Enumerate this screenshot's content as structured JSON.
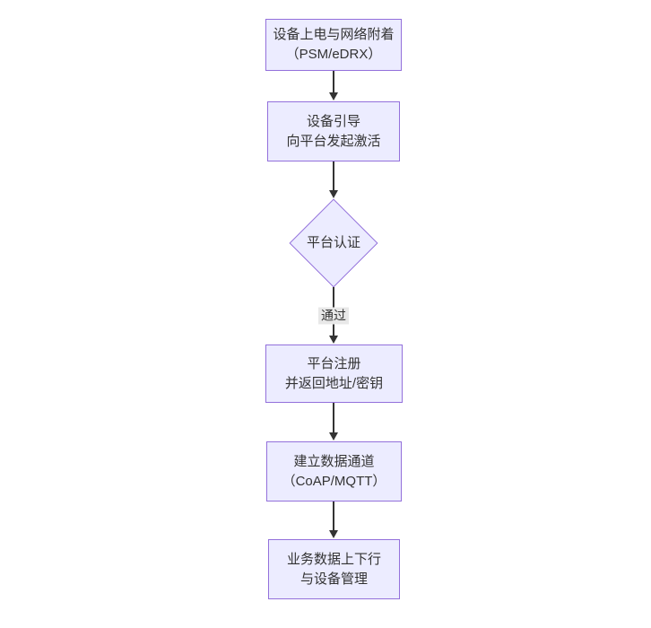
{
  "diagram": {
    "type": "flowchart",
    "direction": "top-down",
    "nodes": [
      {
        "id": "A",
        "shape": "rect",
        "lines": [
          "设备上电与网络附着",
          "（PSM/eDRX）"
        ]
      },
      {
        "id": "B",
        "shape": "rect",
        "lines": [
          "设备引导",
          "向平台发起激活"
        ]
      },
      {
        "id": "C",
        "shape": "diamond",
        "lines": [
          "平台认证"
        ]
      },
      {
        "id": "D",
        "shape": "rect",
        "lines": [
          "平台注册",
          "并返回地址/密钥"
        ]
      },
      {
        "id": "E",
        "shape": "rect",
        "lines": [
          "建立数据通道",
          "（CoAP/MQTT）"
        ]
      },
      {
        "id": "F",
        "shape": "rect",
        "lines": [
          "业务数据上下行",
          "与设备管理"
        ]
      }
    ],
    "edges": [
      {
        "from": "A",
        "to": "B",
        "label": ""
      },
      {
        "from": "B",
        "to": "C",
        "label": ""
      },
      {
        "from": "C",
        "to": "D",
        "label": "通过"
      },
      {
        "from": "D",
        "to": "E",
        "label": ""
      },
      {
        "from": "E",
        "to": "F",
        "label": ""
      }
    ],
    "colors": {
      "node_fill": "#ECECFF",
      "node_border": "#9370DB",
      "edge": "#333333",
      "edge_label_bg": "#e8e8e8",
      "text": "#333333",
      "background": "#ffffff"
    }
  }
}
